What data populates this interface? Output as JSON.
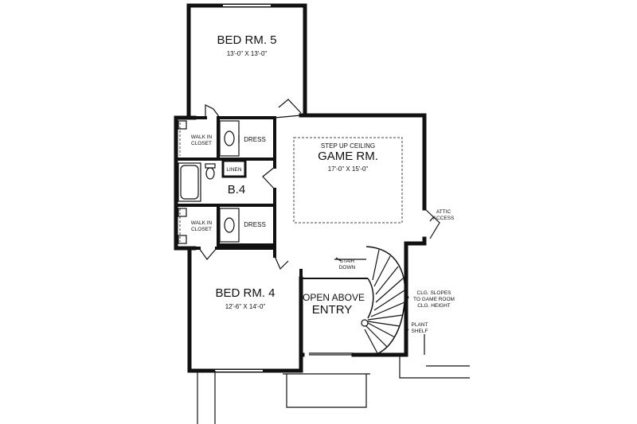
{
  "rooms": {
    "bed5": {
      "name": "BED RM. 5",
      "size": "13'-0\" X 13'-0\""
    },
    "game": {
      "note": "STEP UP CEILING",
      "name": "GAME RM.",
      "size": "17'-0\" X 15'-0\""
    },
    "bath": {
      "name": "B.4"
    },
    "linen": {
      "name": "LINEN"
    },
    "dress_upper": {
      "name": "DRESS"
    },
    "dress_lower": {
      "name": "DRESS"
    },
    "closet_upper": {
      "line1": "WALK IN",
      "line2": "CLOSET"
    },
    "closet_lower": {
      "line1": "WALK IN",
      "line2": "CLOSET"
    },
    "bed4": {
      "name": "BED RM. 4",
      "size": "12'-6\" X 14'-0\""
    },
    "entry": {
      "note": "OPEN ABOVE",
      "name": "ENTRY"
    }
  },
  "notes": {
    "attic": {
      "line1": "ATTIC",
      "line2": "ACCESS"
    },
    "stair": {
      "line1": "STAIR",
      "line2": "DOWN"
    },
    "ceiling": {
      "line1": "CLG. SLOPES",
      "line2": "TO GAME ROOM",
      "line3": "CLG. HEIGHT"
    },
    "plant": {
      "line1": "PLANT",
      "line2": "SHELF"
    }
  }
}
